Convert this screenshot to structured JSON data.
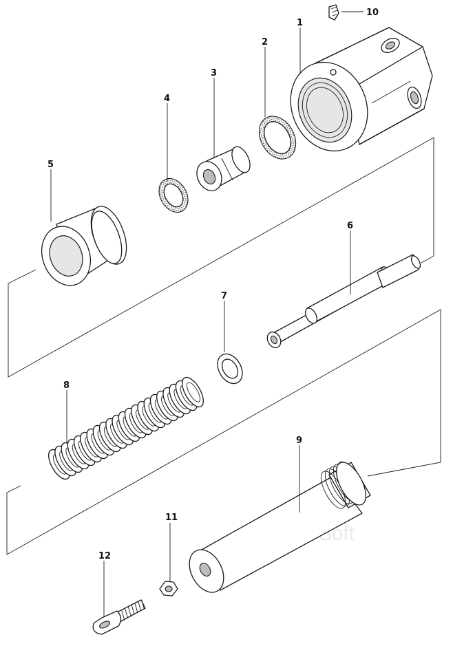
{
  "diagram": {
    "callouts": [
      {
        "id": "c1",
        "text": "1"
      },
      {
        "id": "c2",
        "text": "2"
      },
      {
        "id": "c3",
        "text": "3"
      },
      {
        "id": "c4",
        "text": "4"
      },
      {
        "id": "c5",
        "text": "5"
      },
      {
        "id": "c6",
        "text": "6"
      },
      {
        "id": "c7",
        "text": "7"
      },
      {
        "id": "c8",
        "text": "8"
      },
      {
        "id": "c9",
        "text": "9"
      },
      {
        "id": "c10",
        "text": "10"
      },
      {
        "id": "c11",
        "text": "11"
      },
      {
        "id": "c12",
        "text": "12"
      }
    ],
    "watermark": "AutoSoft"
  }
}
